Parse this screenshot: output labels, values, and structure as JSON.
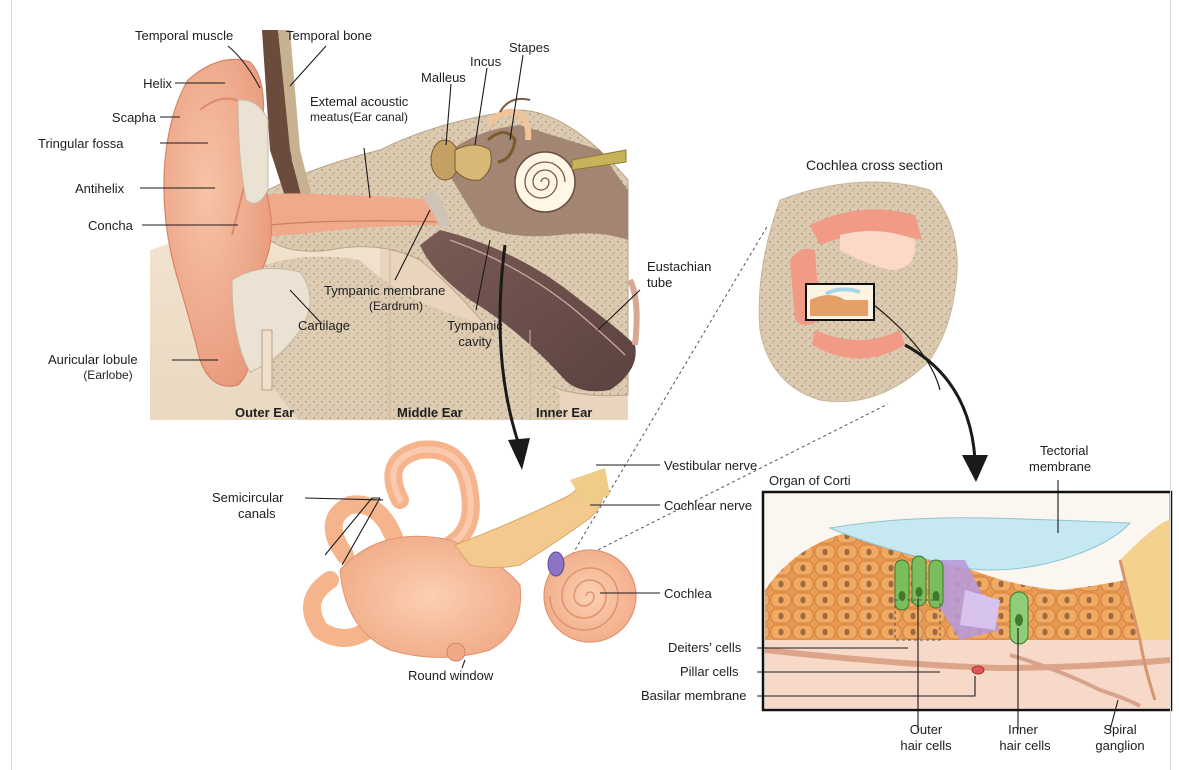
{
  "outer_ear_section": {
    "temporal_muscle": "Temporal muscle",
    "temporal_bone": "Temporal bone",
    "helix": "Helix",
    "scapha": "Scapha",
    "triangular_fossa": "Tringular fossa",
    "antihelix": "Antihelix",
    "concha": "Concha",
    "external_meatus_line1": "Extemal acoustic",
    "external_meatus_line2": "meatus(Ear canal)",
    "malleus": "Malleus",
    "incus": "Incus",
    "stapes": "Stapes",
    "tympanic_membrane_line1": "Tympanic membrane",
    "tympanic_membrane_line2": "(Eardrum)",
    "cartilage": "Cartilage",
    "tympanic_cavity_line1": "Tympanic",
    "tympanic_cavity_line2": "cavity",
    "eustachian_line1": "Eustachian",
    "eustachian_line2": "tube",
    "auricular_lobule_line1": "Auricular lobule",
    "auricular_lobule_line2": "(Earlobe)",
    "region_outer": "Outer Ear",
    "region_middle": "Middle Ear",
    "region_inner": "Inner Ear"
  },
  "cochlea_section": {
    "title": "Cochlea cross section"
  },
  "inner_ear": {
    "semicircular_line1": "Semicircular",
    "semicircular_line2": "canals",
    "vestibular_nerve": "Vestibular nerve",
    "cochlear_nerve": "Cochlear nerve",
    "cochlea": "Cochlea",
    "round_window": "Round window"
  },
  "organ_of_corti": {
    "title": "Organ of Corti",
    "tectorial_line1": "Tectorial",
    "tectorial_line2": "membrane",
    "deiters": "Deiters’ cells",
    "pillar": "Pillar cells",
    "basilar": "Basilar membrane",
    "outer_hair_line1": "Outer",
    "outer_hair_line2": "hair cells",
    "inner_hair_line1": "Inner",
    "inner_hair_line2": "hair cells",
    "spiral_line1": "Spiral",
    "spiral_line2": "ganglion"
  },
  "colors": {
    "skin": "#f4b28f",
    "skin_dark": "#e58c6c",
    "bone": "#d9c9b0",
    "tissue": "#8b6a5e",
    "corti_cells": "#e4934b",
    "tectorial": "#bfe3ee",
    "hair_cell": "#7bbd5c",
    "pillar": "#b99ad8"
  }
}
